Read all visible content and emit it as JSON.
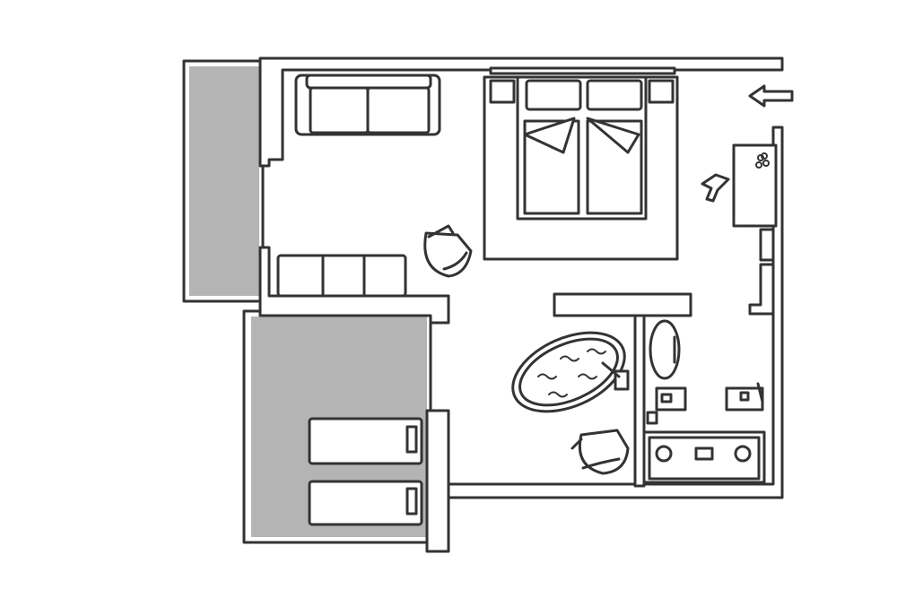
{
  "diagram": {
    "type": "floor-plan",
    "style": "hand-drawn",
    "colors": {
      "line": "#333333",
      "balcony_fill": "#b4b4b4",
      "background": "#ffffff"
    },
    "rooms": [
      "living-area",
      "bedroom",
      "bathroom",
      "upper-balcony",
      "lower-terrace"
    ],
    "furniture": [
      "sofa",
      "double-bed",
      "armchair",
      "bench-sofa",
      "oval-bathtub",
      "armchair",
      "washbasin",
      "toilet",
      "vanity-counter",
      "desk",
      "desk-chair",
      "sun-lounger",
      "sun-lounger"
    ],
    "entrance_icon": "arrow-left-icon"
  }
}
